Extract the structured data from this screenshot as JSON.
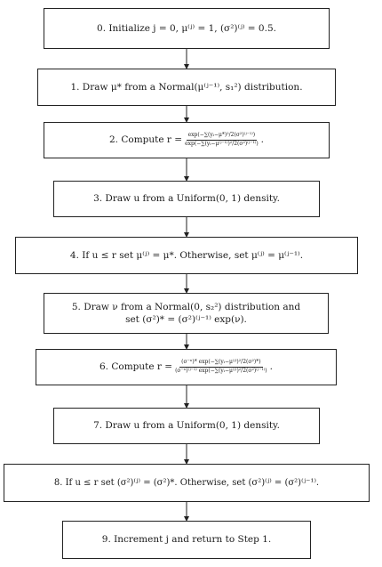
{
  "steps": [
    {
      "id": 0,
      "text": "0. Initialize j = 0, μ⁽ʲ⁾ = 1, (σ²)⁽ʲ⁾ = 0.5."
    },
    {
      "id": 1,
      "text": "1. Draw μ* from a Normal(μ⁽ʲ⁻¹⁾, s₁²) distribution."
    },
    {
      "id": 2,
      "prefix": "2. Compute r =",
      "num": "exp(−∑(yᵢ−μ*)²/2(σ²)⁽ʲ⁻¹⁾)",
      "den": "exp(−∑(yᵢ−μ⁽ʲ⁻¹⁾)²/2(σ²)⁽ʲ⁻¹⁾)",
      "suffix": "."
    },
    {
      "id": 3,
      "text": "3. Draw u from a Uniform(0, 1) density."
    },
    {
      "id": 4,
      "text": "4. If u ≤ r set μ⁽ʲ⁾ = μ*. Otherwise, set μ⁽ʲ⁾ = μ⁽ʲ⁻¹⁾."
    },
    {
      "id": 5,
      "line1": "5. Draw ν from a Normal(0, s₂²) distribution and",
      "line2": "set (σ²)* = (σ²)⁽ʲ⁻¹⁾ exp(ν)."
    },
    {
      "id": 6,
      "prefix": "6. Compute r =",
      "num": "(σ⁻ⁿ)* exp(−∑(yᵢ−μ⁽ʲ⁾)²/2(σ²)*)",
      "den": "(σ⁻ⁿ)⁽ʲ⁻¹⁾ exp(−∑(yᵢ−μ⁽ʲ⁾)²/2(σ²)⁽ʲ⁻¹⁾)",
      "suffix": "."
    },
    {
      "id": 7,
      "text": "7. Draw u from a Uniform(0, 1) density."
    },
    {
      "id": 8,
      "text": "8. If u ≤ r set (σ²)⁽ʲ⁾ = (σ²)*. Otherwise, set (σ²)⁽ʲ⁾ = (σ²)⁽ʲ⁻¹⁾."
    },
    {
      "id": 9,
      "text": "9. Increment j and return to Step 1."
    }
  ]
}
